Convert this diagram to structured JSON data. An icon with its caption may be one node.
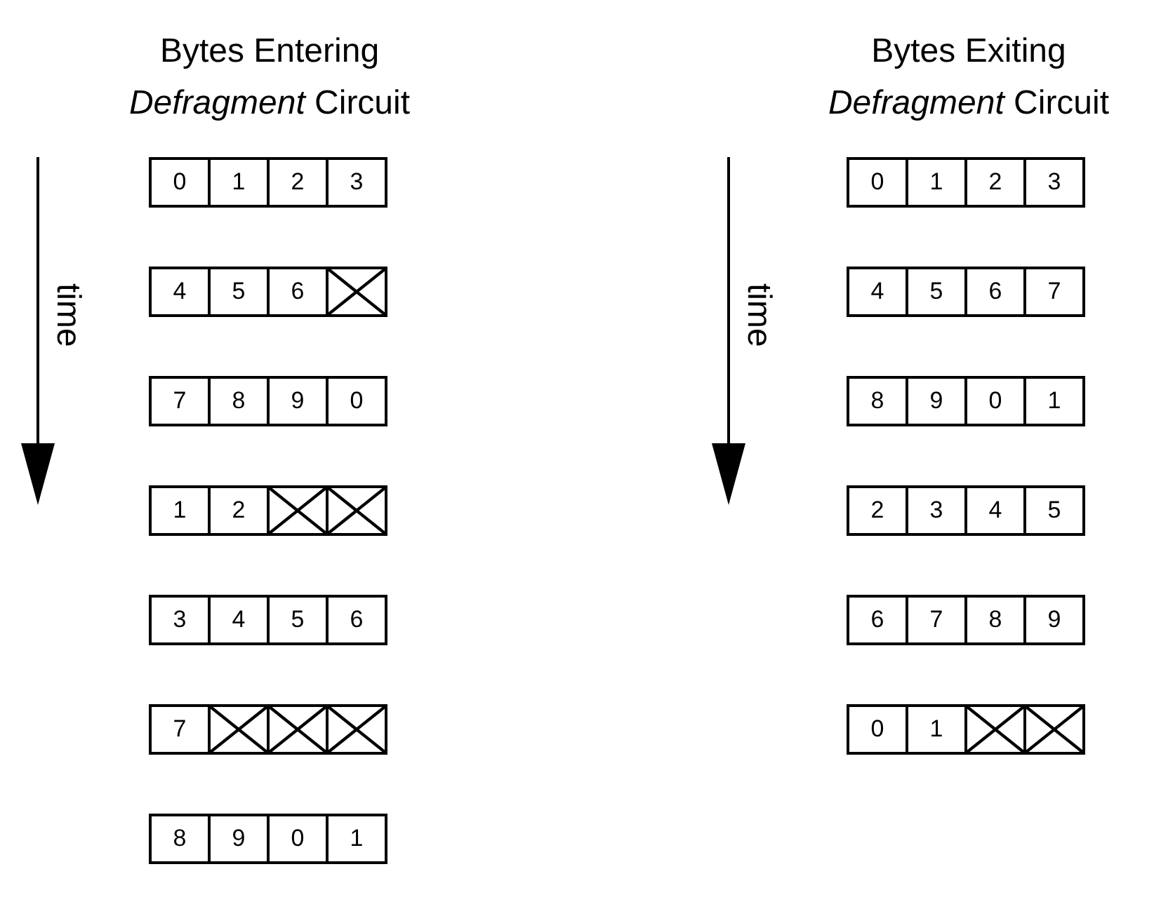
{
  "diagram": {
    "nodes": [
      {
        "text": [
          "0"
        ]
      },
      {
        "text": [
          "1"
        ]
      },
      {
        "text": [
          "2"
        ]
      },
      {
        "text": [
          "3"
        ]
      },
      {
        "text": [
          "4"
        ]
      },
      {
        "text": [
          "5"
        ]
      },
      {
        "text": [
          "6"
        ]
      },
      {
        "text": [],
        "shape": "cross"
      },
      {
        "text": [
          "7"
        ]
      },
      {
        "text": [
          "8"
        ]
      },
      {
        "text": [
          "9"
        ]
      },
      {
        "text": [
          "0"
        ]
      },
      {
        "text": [
          "1"
        ]
      },
      {
        "text": [
          "2"
        ]
      },
      {
        "text": [],
        "shape": "cross"
      },
      {
        "text": [],
        "shape": "cross"
      },
      {
        "text": [
          "3"
        ]
      },
      {
        "text": [
          "4"
        ]
      },
      {
        "text": [
          "5"
        ]
      },
      {
        "text": [
          "6"
        ]
      },
      {
        "text": [
          "7"
        ]
      },
      {
        "text": [],
        "shape": "cross"
      },
      {
        "text": [],
        "shape": "cross"
      },
      {
        "text": [],
        "shape": "cross"
      },
      {
        "text": [
          "8"
        ]
      },
      {
        "text": [
          "9"
        ]
      },
      {
        "text": [
          "0"
        ]
      },
      {
        "text": [
          "1"
        ]
      },
      {
        "text": [
          "0"
        ]
      },
      {
        "text": [
          "1"
        ]
      },
      {
        "text": [
          "2"
        ]
      },
      {
        "text": [
          "3"
        ]
      },
      {
        "text": [
          "4"
        ]
      },
      {
        "text": [
          "5"
        ]
      },
      {
        "text": [
          "6"
        ]
      },
      {
        "text": [
          "7"
        ]
      },
      {
        "text": [
          "8"
        ]
      },
      {
        "text": [
          "9"
        ]
      },
      {
        "text": [
          "0"
        ]
      },
      {
        "text": [
          "1"
        ]
      },
      {
        "text": [
          "2"
        ]
      },
      {
        "text": [
          "3"
        ]
      },
      {
        "text": [
          "4"
        ]
      },
      {
        "text": [
          "5"
        ]
      },
      {
        "text": [
          "6"
        ]
      },
      {
        "text": [
          "7"
        ]
      },
      {
        "text": [
          "8"
        ]
      },
      {
        "text": [
          "9"
        ]
      },
      {
        "text": [
          "0"
        ]
      },
      {
        "text": [
          "1"
        ]
      },
      {
        "text": [],
        "shape": "cross"
      },
      {
        "text": [],
        "shape": "cross"
      }
    ],
    "labels": [
      "Bytes Entering *Defragment* Circuit",
      "Bytes Exiting *Defragment* Circuit",
      "time",
      "time"
    ]
  }
}
